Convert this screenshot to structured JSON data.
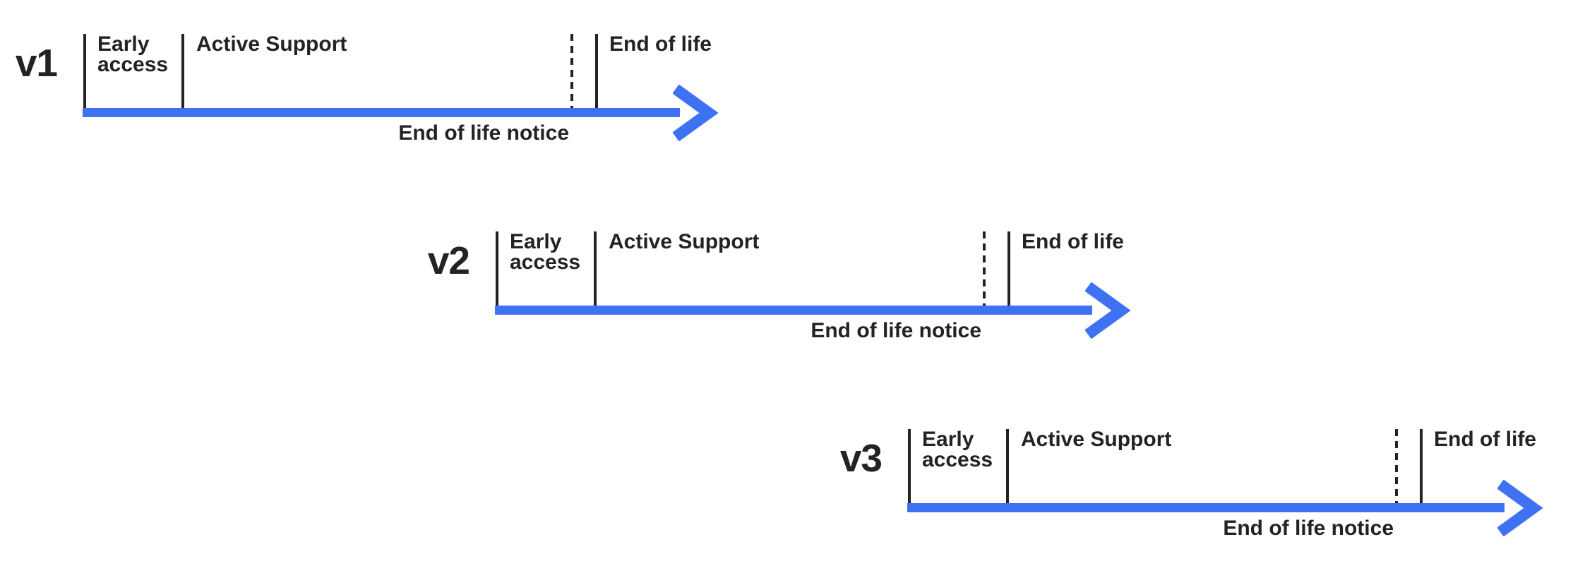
{
  "colors": {
    "accent": "#3F72F3",
    "ink": "#232323",
    "background": "#FFFFFF"
  },
  "timelines": [
    {
      "version_label": "v1",
      "early_access_label": "Early access",
      "active_support_label": "Active Support",
      "end_of_life_label": "End of life",
      "notice_label": "End of life notice"
    },
    {
      "version_label": "v2",
      "early_access_label": "Early access",
      "active_support_label": "Active Support",
      "end_of_life_label": "End of life",
      "notice_label": "End of life notice"
    },
    {
      "version_label": "v3",
      "early_access_label": "Early access",
      "active_support_label": "Active Support",
      "end_of_life_label": "End of life",
      "notice_label": "End of life notice"
    }
  ]
}
